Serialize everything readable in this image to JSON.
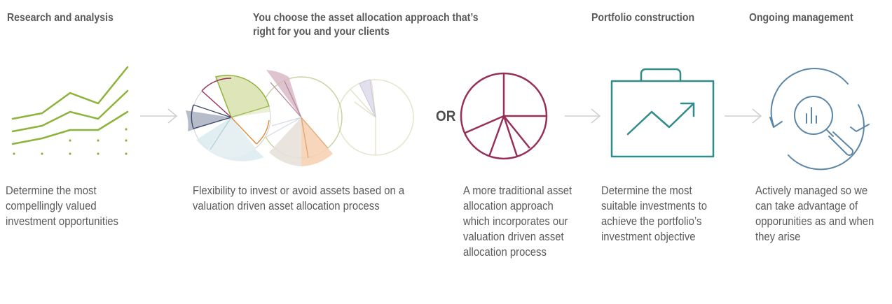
{
  "steps": {
    "research": {
      "title": "Research and analysis",
      "description": "Determine the most compellingly valued investment opportunities",
      "icon": "rising-lines-chart-icon",
      "color": "#8db33a"
    },
    "allocation": {
      "title": "You choose the asset allocation approach that’s right for you and your clients",
      "flexible": {
        "description": "Flexibility to invest or avoid assets based on a valuation driven asset allocation process",
        "icon": "overlapping-pie-charts-icon"
      },
      "or_label": "OR",
      "traditional": {
        "description": "A more traditional asset allocation approach which incorporates our valuation driven asset allocation process",
        "icon": "pie-chart-icon",
        "color": "#96305a"
      }
    },
    "construction": {
      "title": "Portfolio construction",
      "description": "Determine the most suitable investments to achieve the portfolio’s investment objective",
      "icon": "briefcase-growth-icon",
      "color": "#2f8c8a"
    },
    "management": {
      "title": "Ongoing management",
      "description": "Actively managed so we can take advantage of opporunities as and when they arise",
      "icon": "magnifier-cycle-icon",
      "color": "#5b86a8"
    }
  },
  "connector_icon": "arrow-right-icon",
  "arrow_color": "#cfcfcf"
}
